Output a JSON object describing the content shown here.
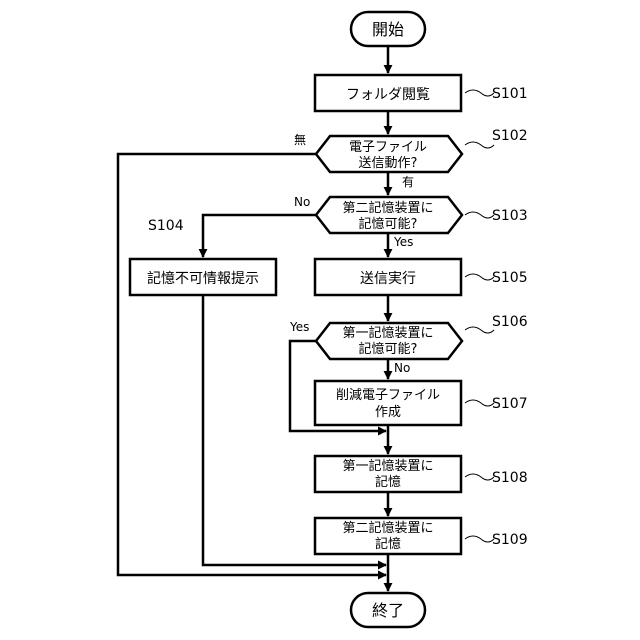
{
  "nodes": {
    "start": {
      "text": "開始"
    },
    "s101": {
      "text": "フォルダ閲覧",
      "step": "S101"
    },
    "s102": {
      "line1": "電子ファイル",
      "line2": "送信動作?",
      "step": "S102"
    },
    "s103": {
      "line1": "第二記憶装置に",
      "line2": "記憶可能?",
      "step": "S103"
    },
    "s104": {
      "text": "記憶不可情報提示",
      "step": "S104"
    },
    "s105": {
      "text": "送信実行",
      "step": "S105"
    },
    "s106": {
      "line1": "第一記憶装置に",
      "line2": "記憶可能?",
      "step": "S106"
    },
    "s107": {
      "line1": "削減電子ファイル",
      "line2": "作成",
      "step": "S107"
    },
    "s108": {
      "line1": "第一記憶装置に",
      "line2": "記憶",
      "step": "S108"
    },
    "s109": {
      "line1": "第二記憶装置に",
      "line2": "記憶",
      "step": "S109"
    },
    "end": {
      "text": "終了"
    }
  },
  "branches": {
    "s102_no": "無",
    "s102_yes": "有",
    "s103_no": "No",
    "s103_yes": "Yes",
    "s106_yes": "Yes",
    "s106_no": "No"
  }
}
